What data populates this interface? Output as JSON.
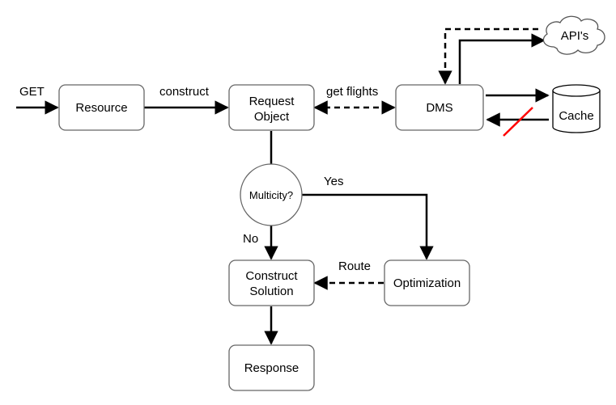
{
  "diagram": {
    "nodes": {
      "resource": "Resource",
      "request_object_line1": "Request",
      "request_object_line2": "Object",
      "dms": "DMS",
      "apis": "API's",
      "cache": "Cache",
      "multicity": "Multicity?",
      "construct_solution_line1": "Construct",
      "construct_solution_line2": "Solution",
      "optimization": "Optimization",
      "response": "Response"
    },
    "edge_labels": {
      "get": "GET",
      "construct": "construct",
      "get_flights": "get flights",
      "yes": "Yes",
      "no": "No",
      "route": "Route"
    },
    "colors": {
      "stroke": "#000000",
      "node_border": "#666666",
      "node_fill": "#ffffff",
      "blocked_mark": "#ff0000"
    }
  }
}
